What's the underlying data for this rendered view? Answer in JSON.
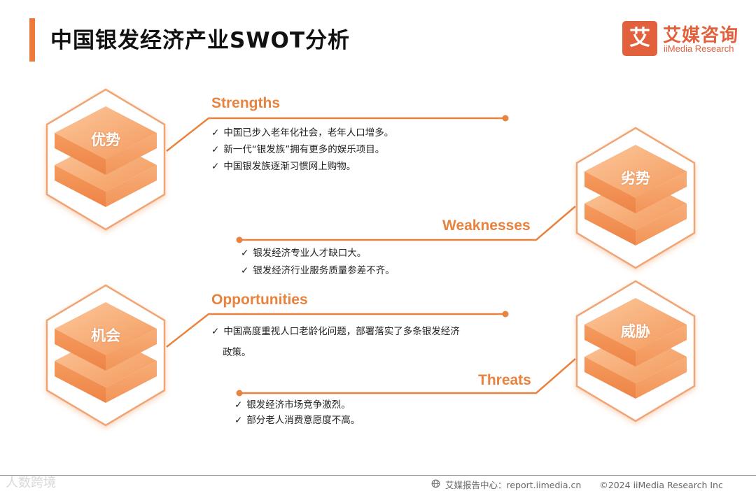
{
  "title": "中国银发经济产业SWOT分析",
  "logo": {
    "mark": "艾",
    "name": "艾媒咨询",
    "en": "iiMedia Research"
  },
  "swot": {
    "strengths": {
      "label": "优势",
      "heading": "Strengths",
      "items": [
        "中国已步入老年化社会，老年人口增多。",
        "新一代“银发族”拥有更多的娱乐项目。",
        "中国银发族逐渐习惯网上购物。"
      ]
    },
    "weaknesses": {
      "label": "劣势",
      "heading": "Weaknesses",
      "items": [
        "银发经济专业人才缺口大。",
        "银发经济行业服务质量参差不齐。"
      ]
    },
    "opportunities": {
      "label": "机会",
      "heading": "Opportunities",
      "items": [
        "中国高度重视人口老龄化问题，部署落实了多条银发经济",
        "政策。"
      ]
    },
    "threats": {
      "label": "威胁",
      "heading": "Threats",
      "items": [
        "银发经济市场竞争激烈。",
        "部分老人消费意愿度不高。"
      ]
    }
  },
  "footer": {
    "watermark": "人数跨境",
    "source": "艾媒报告中心：report.iimedia.cn",
    "copyright": "©2024  iiMedia Research Inc"
  },
  "colors": {
    "accent": "#ec7a3a",
    "logo": "#e2603c",
    "heading": "#e8833f"
  }
}
